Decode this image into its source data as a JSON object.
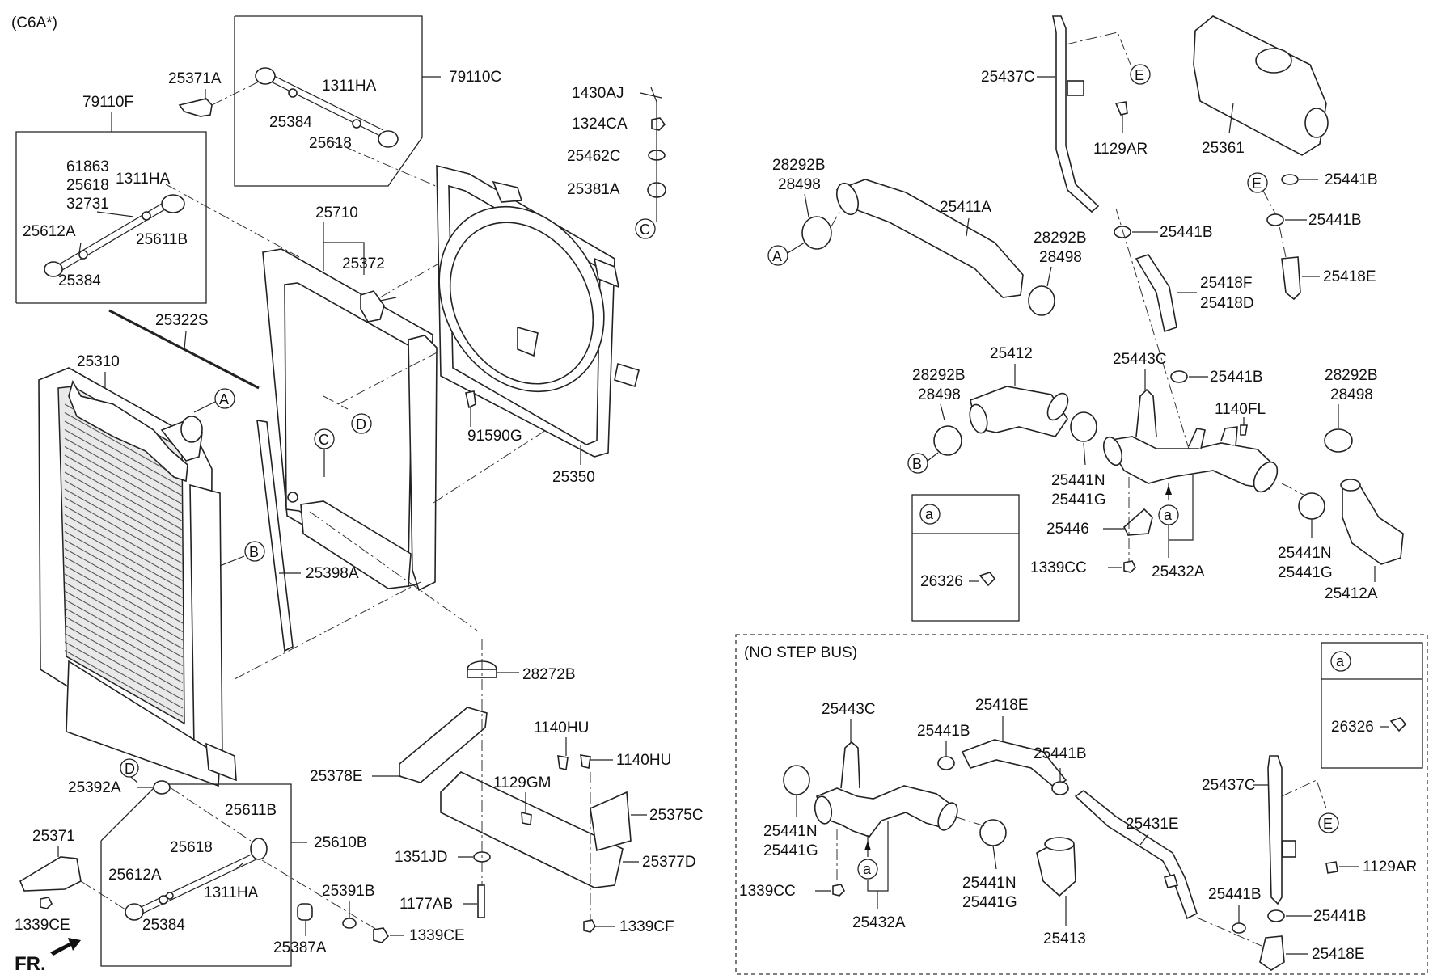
{
  "header": {
    "model_code": "(C6A*)",
    "front_label": "FR."
  },
  "sections": {
    "no_step_bus": "(NO STEP BUS)"
  },
  "markers": {
    "A": "A",
    "B": "B",
    "C": "C",
    "D": "D",
    "E": "E",
    "a": "a"
  },
  "parts": {
    "p79110F": "79110F",
    "p61863": "61863",
    "p25618": "25618",
    "p32731": "32731",
    "p1311HA": "1311HA",
    "p25612A": "25612A",
    "p25611B": "25611B",
    "p25384": "25384",
    "p25371A": "25371A",
    "p79110C": "79110C",
    "p25322S": "25322S",
    "p25310": "25310",
    "p25710": "25710",
    "p25372": "25372",
    "p1430AJ": "1430AJ",
    "p1324CA": "1324CA",
    "p25462C": "25462C",
    "p25381A": "25381A",
    "p91590G": "91590G",
    "p25350": "25350",
    "p25398A": "25398A",
    "p28272B": "28272B",
    "p1140HU": "1140HU",
    "p1129GM": "1129GM",
    "p25378E": "25378E",
    "p25375C": "25375C",
    "p1351JD": "1351JD",
    "p25377D": "25377D",
    "p1177AB": "1177AB",
    "p1339CF": "1339CF",
    "p25392A": "25392A",
    "p25610B": "25610B",
    "p25371": "25371",
    "p1339CE": "1339CE",
    "p25391B": "25391B",
    "p25387A": "25387A",
    "p25437C": "25437C",
    "p1129AR": "1129AR",
    "p25361": "25361",
    "p25441B": "25441B",
    "p25418E": "25418E",
    "p28292B": "28292B",
    "p28498": "28498",
    "p25411A": "25411A",
    "p25418F": "25418F",
    "p25418D": "25418D",
    "p25412": "25412",
    "p25443C": "25443C",
    "p1140FL": "1140FL",
    "p25441N": "25441N",
    "p25441G": "25441G",
    "p25446": "25446",
    "p1339CC": "1339CC",
    "p25432A": "25432A",
    "p25412A": "25412A",
    "p26326": "26326",
    "p25431E": "25431E",
    "p25413": "25413"
  }
}
